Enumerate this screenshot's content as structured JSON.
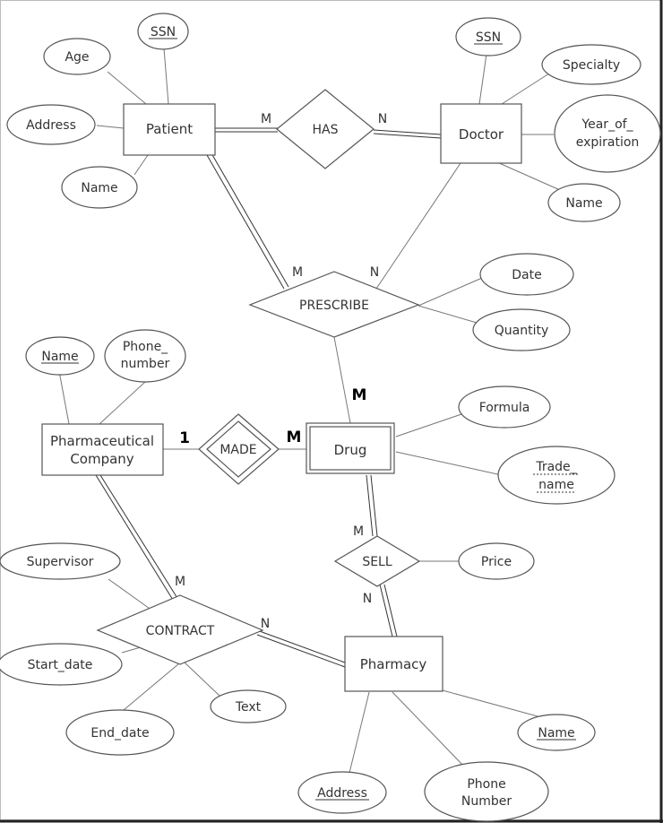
{
  "entities": {
    "patient": "Patient",
    "doctor": "Doctor",
    "drug": "Drug",
    "pharma": [
      "Pharmaceutical",
      "Company"
    ],
    "pharmacy": "Pharmacy"
  },
  "relationships": {
    "has": "HAS",
    "prescribe": "PRESCRIBE",
    "made": "MADE",
    "sell": "SELL",
    "contract": "CONTRACT"
  },
  "attributes": {
    "patient_ssn": "SSN",
    "patient_age": "Age",
    "patient_address": "Address",
    "patient_name": "Name",
    "doctor_ssn": "SSN",
    "doctor_specialty": "Specialty",
    "doctor_year": [
      "Year_of_",
      "expiration"
    ],
    "doctor_name": "Name",
    "prescribe_date": "Date",
    "prescribe_quantity": "Quantity",
    "pharma_name": "Name",
    "pharma_phone": [
      "Phone_",
      "number"
    ],
    "drug_formula": "Formula",
    "drug_trade": [
      "Trade_",
      "name"
    ],
    "sell_price": "Price",
    "contract_supervisor": "Supervisor",
    "contract_start": "Start_date",
    "contract_end": "End_date",
    "contract_text": "Text",
    "pharmacy_name": "Name",
    "pharmacy_address": "Address",
    "pharmacy_phone": [
      "Phone",
      "Number"
    ]
  },
  "cardinalities": {
    "has_patient": "M",
    "has_doctor": "N",
    "prescribe_patient": "M",
    "prescribe_doctor": "N",
    "prescribe_drug": "M",
    "made_company": "1",
    "made_drug": "M",
    "sell_drug": "M",
    "sell_pharmacy": "N",
    "contract_company": "M",
    "contract_pharmacy": "N"
  }
}
